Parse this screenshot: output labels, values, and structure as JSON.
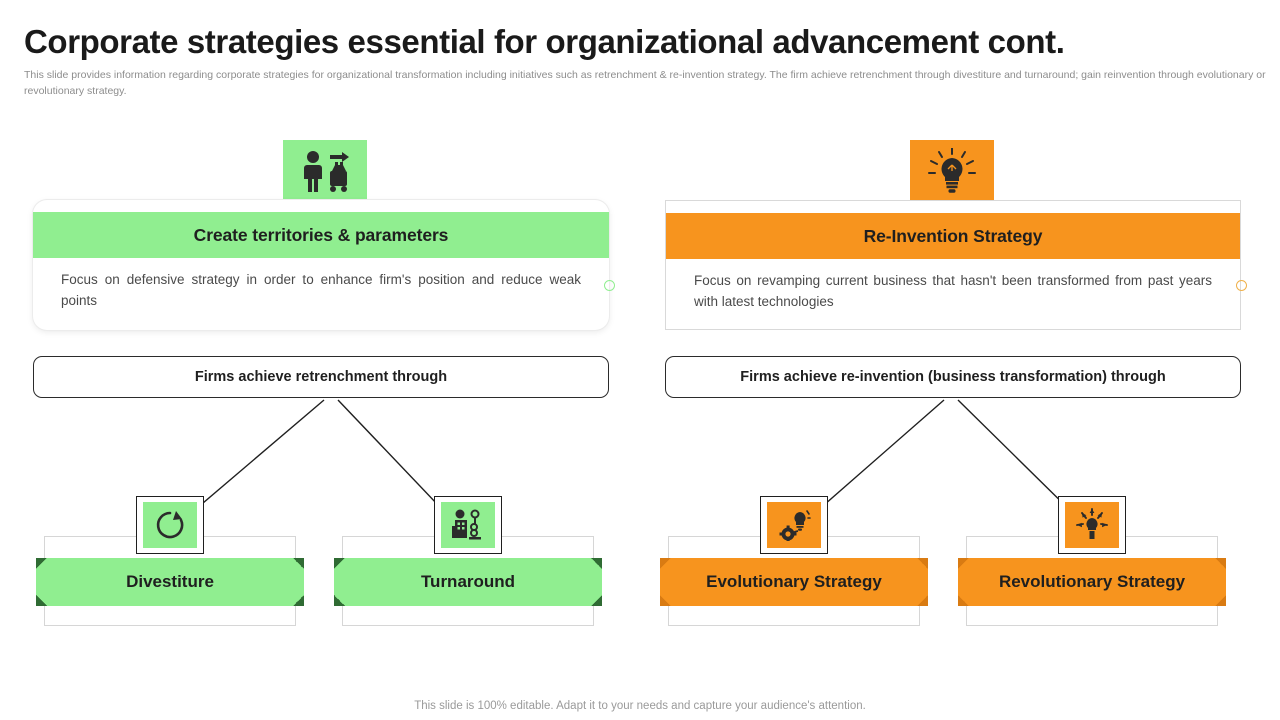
{
  "slide": {
    "title": "Corporate strategies essential for organizational advancement cont.",
    "subtitle": "This slide provides information regarding corporate strategies for organizational transformation including initiatives such as retrenchment & re-invention strategy. The firm achieve retrenchment through divestiture and turnaround; gain reinvention through evolutionary or revolutionary strategy.",
    "footer": "This slide is 100% editable. Adapt it to your needs and capture your audience's attention."
  },
  "colors": {
    "green": "#90ee90",
    "green_dark": "#2f6b33",
    "orange": "#f7941e",
    "orange_dark": "#d97b12",
    "title": "#1a1a1a",
    "body_text": "#4a4a4a",
    "muted": "#8d8d8d"
  },
  "panels": [
    {
      "id": "retrenchment",
      "accent": "#90ee90",
      "top_icon": "person-leaving-with-luggage-icon",
      "header_title": "Create territories & parameters",
      "header_body": "Focus on defensive strategy in order to enhance firm's position and reduce weak points",
      "achieve_label": "Firms achieve retrenchment through",
      "leaves": [
        {
          "label": "Divestiture",
          "icon": "refresh-circular-arrow-icon"
        },
        {
          "label": "Turnaround",
          "icon": "factory-growth-chart-icon"
        }
      ]
    },
    {
      "id": "reinvention",
      "accent": "#f7941e",
      "top_icon": "lightbulb-idea-icon",
      "header_title": "Re-Invention Strategy",
      "header_body": "Focus on revamping current business that hasn't been transformed from past years with latest technologies",
      "achieve_label": "Firms achieve re-invention (business transformation) through",
      "leaves": [
        {
          "label": "Evolutionary Strategy",
          "icon": "gear-lightbulb-process-icon"
        },
        {
          "label": "Revolutionary Strategy",
          "icon": "burst-lightbulb-icon"
        }
      ]
    }
  ]
}
